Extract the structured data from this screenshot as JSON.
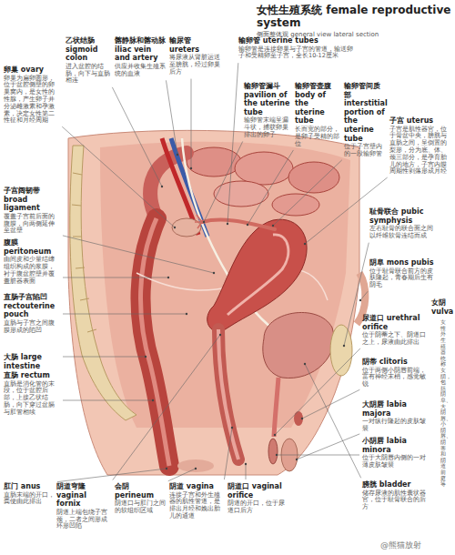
{
  "diagram": {
    "title": "女性生殖系统 female reproductive system",
    "labels": [
      "侧面整体观 general view lateral section",
      "卵巢 ovary",
      "卵巢为扁卵圆形，位于盆腔侧壁的卵巢窝内，是女性的性腺，产生卵子并分泌雌激素和孕激素，决定女性第二性征和月经周期",
      "乙状结肠 sigmoid colon",
      "进入盆腔的结肠，向下与直肠相连",
      "髂静脉和髂动脉 iliac vein and artery",
      "供应并收集生殖系统的血液",
      "输尿管 ureters",
      "将尿液从肾脏运送至膀胱，经过卵巢后方",
      "输卵管 uterine tubes",
      "输卵管是连接卵巢与子宫的管道，输送卵子和受精卵至子宫，全长10-12厘米",
      "输卵管漏斗 pavilion of the uterine tube",
      "输卵管末端呈漏斗状，捕获卵巢排出的卵子",
      "输卵管壶腹 body of the uterine tube",
      "长而宽的部分，是卵子受精的部位",
      "输卵管间质部 interstitial portion of the uterine tube",
      "位于子宫壁内的一段输卵管",
      "子宫 uterus",
      "子宫是肌性器官，位于骨盆中央，膀胱与直肠之间，呈倒置的梨形，分为底、体、颈三部分，是孕育胎儿的地方，子宫内膜周期性剥落形成月经",
      "子宫阔韧带 broad ligament",
      "覆盖子宫前后面的腹膜，向两侧延伸至盆壁",
      "腹膜 peritoneum",
      "由间皮和少量结缔组织构成的浆膜，衬于腹盆腔壁并覆盖脏器表面",
      "直肠子宫陷凹 rectouterine pouch",
      "直肠与子宫之间腹膜形成的陷凹",
      "大肠 large intestine",
      "直肠 rectum",
      "直肠是消化管的末段，位于盆腔后部，上接乙状结肠，向下穿过盆膈与肛管相续",
      "耻骨联合 pubic symphysis",
      "左右耻骨的联合面之间以纤维软骨连结而成",
      "阴阜 mons pubis",
      "位于耻骨联合前方的皮肤隆起，青春期后生有阴毛",
      "尿道口 urethral orifice",
      "位于阴蒂之下、阴道口之上，尿液由此排出",
      "阴蒂 clitoris",
      "位于两侧小阴唇前端，富有神经末梢，感觉敏锐",
      "大阴唇 labia majora",
      "一对纵行隆起的皮肤皱襞",
      "小阴唇 labia minora",
      "位于大阴唇内侧的一对薄皮肤皱襞",
      "女阴 vulva",
      "女性外生殖器统称女阴，包括阴阜、大阴唇、小阴唇、阴蒂和阴道前庭等",
      "肛门 anus",
      "直肠末端的开口，粪便由此排出",
      "阴道穹隆 vaginal fornix",
      "阴道上端包绕子宫颈，二者之间形成环形凹陷",
      "会阴 perineum",
      "阴道口与肛门之间的软组织区域",
      "阴道 vagina",
      "连接子宫和外生殖器的肌性管道，是排出月经和娩出胎儿的通道",
      "阴道口 vaginal orifice",
      "阴道的开口，位于尿道口后方",
      "膀胱 bladder",
      "储存尿液的肌性囊状器官，位于耻骨联合的后方",
      "@熊猫放射"
    ]
  }
}
